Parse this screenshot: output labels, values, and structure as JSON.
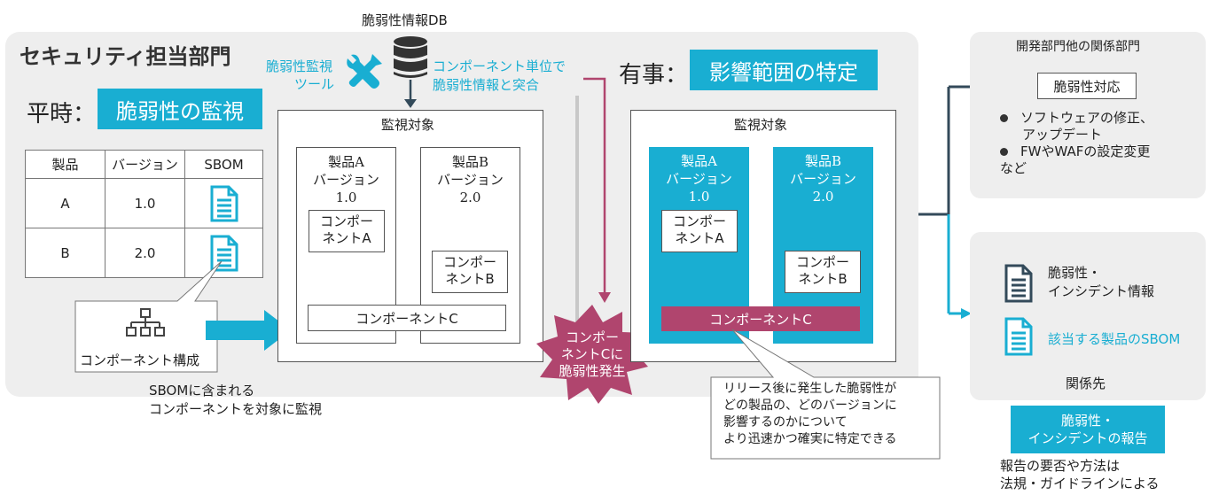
{
  "security_dept": {
    "title": "セキュリティ担当部門",
    "normal_time_label": "平時：",
    "normal_time_tag": "脆弱性の監視",
    "table": {
      "headers": [
        "製品",
        "バージョン",
        "SBOM"
      ],
      "rows": [
        {
          "product": "A",
          "version": "1.0"
        },
        {
          "product": "B",
          "version": "2.0"
        }
      ]
    },
    "component_structure_label": "コンポーネント構成",
    "caption_line1": "SBOMに含まれる",
    "caption_line2": "コンポーネントを対象に監視"
  },
  "vuln_db": {
    "label": "脆弱性情報DB",
    "tool_line1": "脆弱性監視",
    "tool_line2": "ツール",
    "match_line1": "コンポーネント単位で",
    "match_line2": "脆弱性情報と突合"
  },
  "monitor_left": {
    "title": "監視対象",
    "productA": {
      "line1": "製品A",
      "line2": "バージョン",
      "line3": "1.0"
    },
    "productB": {
      "line1": "製品B",
      "line2": "バージョン",
      "line3": "2.0"
    },
    "compA": {
      "line1": "コンポー",
      "line2": "ネントA"
    },
    "compB": {
      "line1": "コンポー",
      "line2": "ネントB"
    },
    "compC": "コンポーネントC"
  },
  "incident": {
    "label": "有事：",
    "tag": "影響範囲の特定",
    "burst_line1": "コンポー",
    "burst_line2": "ネントCに",
    "burst_line3": "脆弱性発生"
  },
  "monitor_right": {
    "title": "監視対象",
    "productA": {
      "line1": "製品A",
      "line2": "バージョン",
      "line3": "1.0"
    },
    "productB": {
      "line1": "製品B",
      "line2": "バージョン",
      "line3": "2.0"
    },
    "compA": {
      "line1": "コンポー",
      "line2": "ネントA"
    },
    "compB": {
      "line1": "コンポー",
      "line2": "ネントB"
    },
    "compC": "コンポーネントC",
    "callout_line1": "リリース後に発生した脆弱性が",
    "callout_line2": "どの製品の、どのバージョンに",
    "callout_line3": "影響するのかについて",
    "callout_line4": "より迅速かつ確実に特定できる"
  },
  "dev_dept": {
    "title": "開発部門他の関係部門",
    "response_box": "脆弱性対応",
    "bullet1_line1": "ソフトウェアの修正、",
    "bullet1_line2": "アップデート",
    "bullet2_line1": "FWやWAFの設定変更",
    "bullet2_line2": "など"
  },
  "related": {
    "doc1_line1": "脆弱性・",
    "doc1_line2": "インシデント情報",
    "doc2": "該当する製品のSBOM",
    "title": "関係先",
    "report_line1": "脆弱性・",
    "report_line2": "インシデントの報告",
    "note_line1": "報告の要否や方法は",
    "note_line2": "法規・ガイドラインによる"
  },
  "colors": {
    "teal": "#19aed2",
    "magenta": "#b0456e",
    "dark": "#334a5a",
    "panel": "#eeeeee"
  }
}
